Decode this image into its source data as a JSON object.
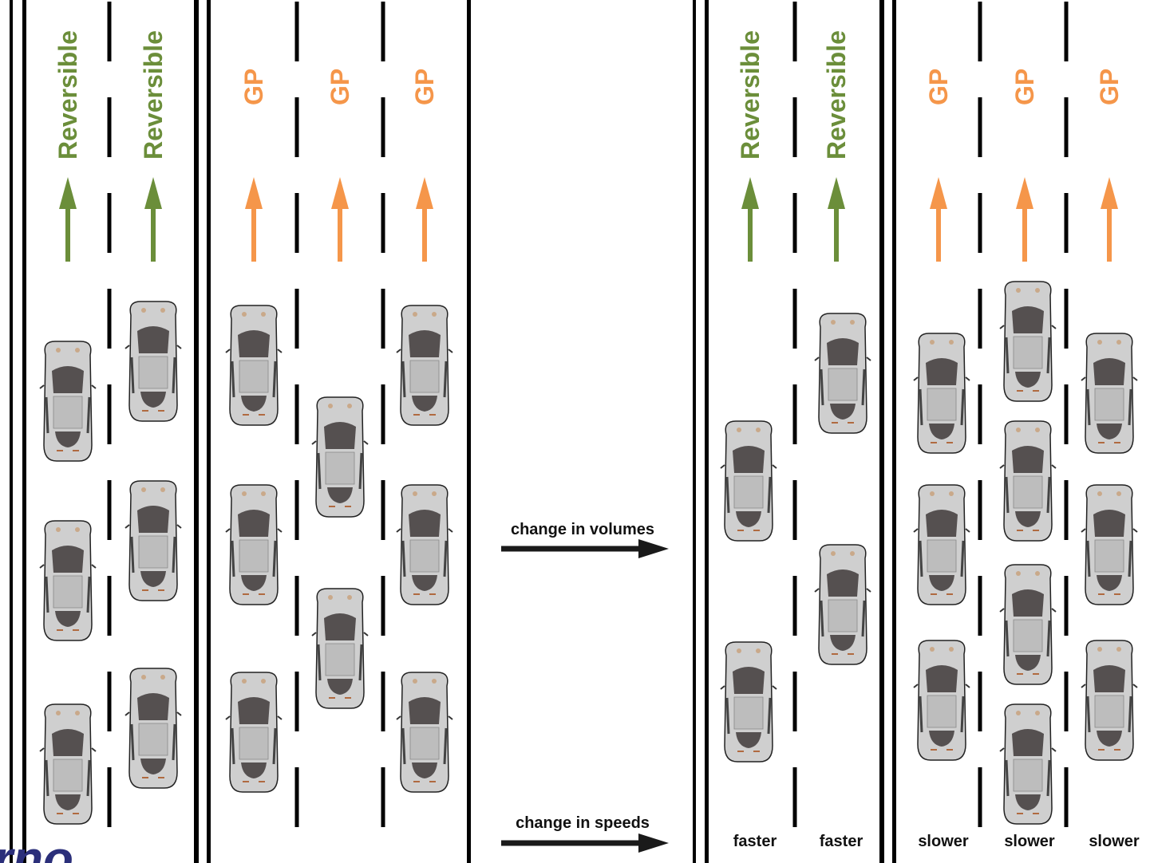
{
  "colors": {
    "reversible": "#6b8e3a",
    "gp": "#f5964a",
    "road_line": "#000000",
    "car_body": "#cfcfcf",
    "car_glass": "#555050",
    "arrow_black": "#1a1a1a",
    "logo": "#2b2f7a"
  },
  "before": {
    "lanes": [
      {
        "type": "reversible",
        "label": "Reversible"
      },
      {
        "type": "reversible",
        "label": "Reversible"
      },
      {
        "type": "gp",
        "label": "GP"
      },
      {
        "type": "gp",
        "label": "GP"
      },
      {
        "type": "gp",
        "label": "GP"
      }
    ]
  },
  "after": {
    "lanes": [
      {
        "type": "reversible",
        "label": "Reversible",
        "speed": "faster"
      },
      {
        "type": "reversible",
        "label": "Reversible",
        "speed": "faster"
      },
      {
        "type": "gp",
        "label": "GP",
        "speed": "slower"
      },
      {
        "type": "gp",
        "label": "GP",
        "speed": "slower"
      },
      {
        "type": "gp",
        "label": "GP",
        "speed": "slower"
      }
    ]
  },
  "transition": {
    "volumes_label": "change in volumes",
    "speeds_label": "change in speeds"
  },
  "logo_text": "rno"
}
